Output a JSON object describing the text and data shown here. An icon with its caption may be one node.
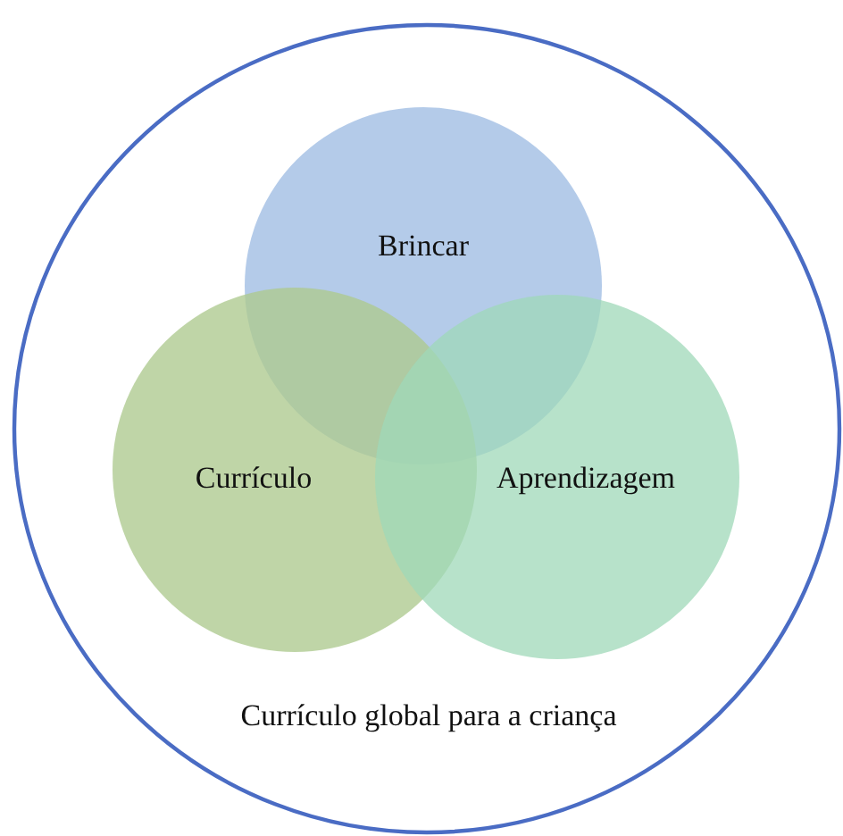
{
  "diagram": {
    "nodes": [
      {
        "text": [
          "Currículo global para a criança"
        ]
      },
      {
        "text": [
          "Brincar"
        ],
        "in": 0
      },
      {
        "text": [
          "Currículo"
        ],
        "in": 0
      },
      {
        "text": [
          "Aprendizagem"
        ],
        "in": 0
      }
    ]
  }
}
